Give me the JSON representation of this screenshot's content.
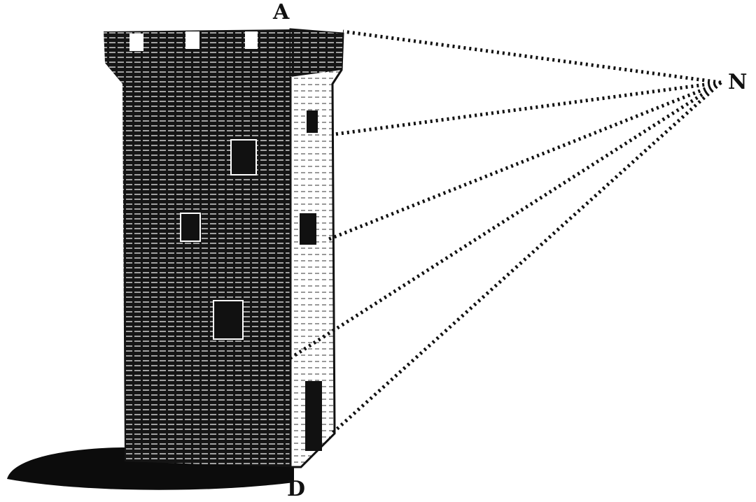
{
  "labels": {
    "top": "A",
    "vanishing_point": "N",
    "bottom": "D"
  },
  "colors": {
    "ink": "#111111",
    "paper": "#ffffff"
  }
}
